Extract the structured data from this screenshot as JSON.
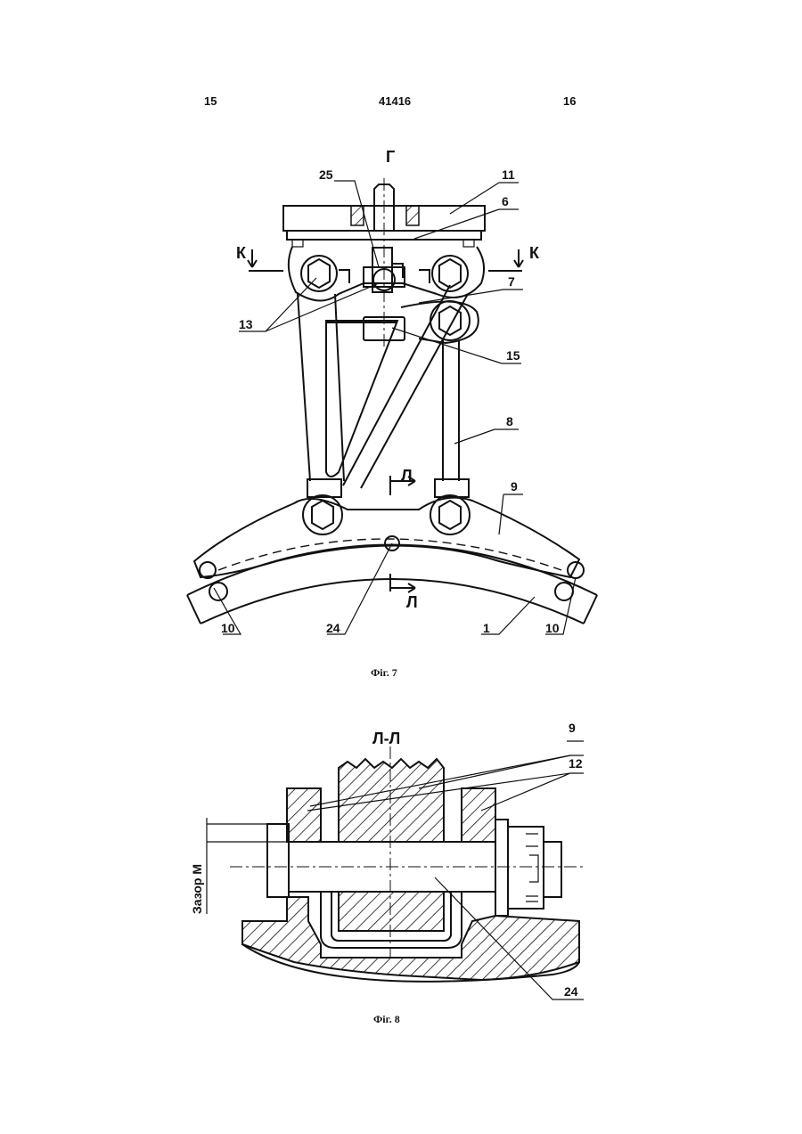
{
  "header": {
    "page_left": "15",
    "doc_number": "41416",
    "page_right": "16"
  },
  "fig7": {
    "view_label": "Г",
    "section_mark": "К",
    "section_mark_l": "Л",
    "callouts": [
      "25",
      "11",
      "6",
      "7",
      "13",
      "15",
      "8",
      "9",
      "10",
      "24",
      "1",
      "10"
    ],
    "caption": "Фіг. 7"
  },
  "fig8": {
    "section_label": "Л-Л",
    "callouts": [
      "9",
      "12",
      "24"
    ],
    "gap_label": "Зазор М",
    "caption": "Фіг. 8"
  }
}
